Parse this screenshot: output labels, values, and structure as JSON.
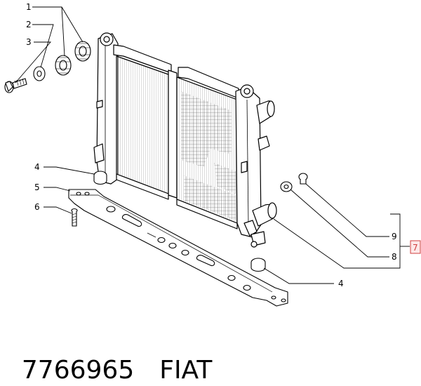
{
  "callouts": {
    "c1": "1",
    "c2": "2",
    "c3": "3",
    "c4a": "4",
    "c5": "5",
    "c6": "6",
    "c4b": "4",
    "c9": "9",
    "c8": "8",
    "c7": "7"
  },
  "caption": {
    "part_number": "7766965",
    "brand": "FIAT"
  }
}
